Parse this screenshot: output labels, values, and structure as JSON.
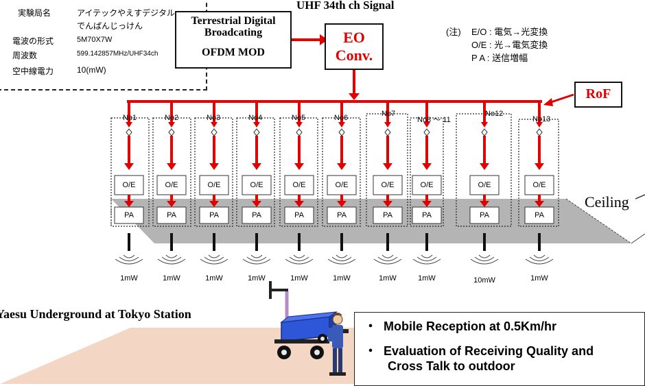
{
  "info": {
    "rows": [
      {
        "label": "実験局名",
        "value": "アイテックやえすデジタル"
      },
      {
        "label": "",
        "value": "でんぱんじっけん"
      },
      {
        "label": "電波の形式",
        "value": "5M70X7W"
      },
      {
        "label": "周波数",
        "value": "599.142857MHz/UHF34ch"
      },
      {
        "label": "空中線電力",
        "value": "10(mW)"
      }
    ]
  },
  "transmitter": {
    "lines": [
      "Terrestrial Digital",
      "Broadcating",
      "OFDM MOD"
    ]
  },
  "signal_label": "UHF 34th ch Signal",
  "eo_box": {
    "lines": [
      "EO",
      "Conv."
    ]
  },
  "notes": {
    "prefix": "(注)",
    "lines": [
      "E/O : 電気→光変換",
      "O/E : 光→電気変換",
      "P A : 送信増幅"
    ]
  },
  "rof_label": "RoF",
  "ceiling_label": "Ceiling",
  "units": [
    {
      "label": "No1",
      "oe": "O/E",
      "pa": "PA",
      "power": "1mW"
    },
    {
      "label": "No2",
      "oe": "O/E",
      "pa": "PA",
      "power": "1mW"
    },
    {
      "label": "No3",
      "oe": "O/E",
      "pa": "PA",
      "power": "1mW"
    },
    {
      "label": "No4",
      "oe": "O/E",
      "pa": "PA",
      "power": "1mW"
    },
    {
      "label": "No5",
      "oe": "O/E",
      "pa": "PA",
      "power": "1mW"
    },
    {
      "label": "No6",
      "oe": "O/E",
      "pa": "PA",
      "power": "1mW"
    },
    {
      "label": "No7",
      "oe": "O/E",
      "pa": "PA",
      "power": "1mW"
    },
    {
      "label": "No8 ～ 11",
      "oe": "O/E",
      "pa": "PA",
      "power": "1mW"
    },
    {
      "label": "No12",
      "oe": "O/E",
      "pa": "PA",
      "power": "10mW"
    },
    {
      "label": "No13",
      "oe": "O/E",
      "pa": "PA",
      "power": "1mW"
    }
  ],
  "location_title": "Yaesu Underground at Tokyo Station",
  "bullets": [
    {
      "mark": "・",
      "lines": [
        "Mobile Reception at 0.5Km/hr"
      ]
    },
    {
      "mark": "・",
      "lines": [
        "Evaluation of Receiving Quality and",
        "Cross  Talk  to outdoor"
      ]
    }
  ],
  "colors": {
    "signal": "#e00000",
    "ceiling": "#b4b4b4",
    "floor": "#f4d6c4",
    "cart": "#2e56d8",
    "antenna_mast": "#b48cc8"
  }
}
